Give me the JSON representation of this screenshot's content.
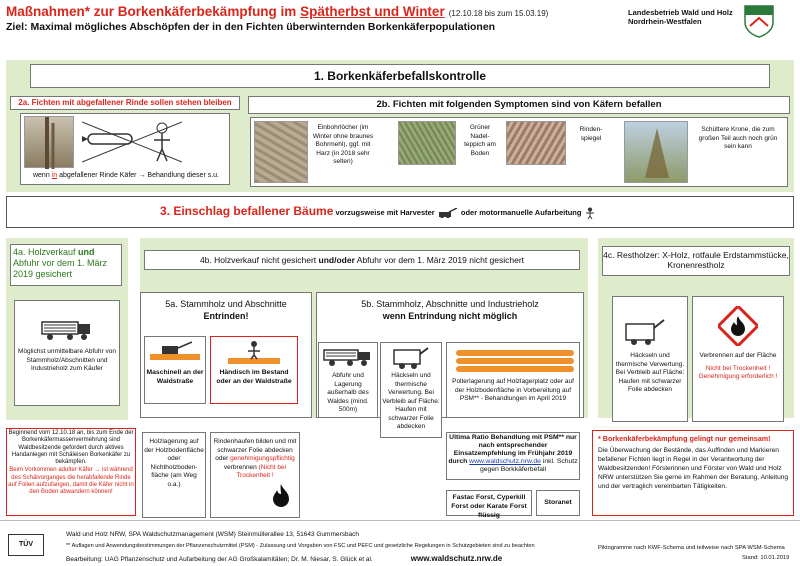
{
  "header": {
    "title_a": "Maßnahmen* zur Borkenkäferbekämpfung im ",
    "title_b": "Spätherbst und Winter",
    "dates": "(12.10.18 bis zum 15.03.19)",
    "subtitle": "Ziel: Maximal mögliches Abschöpfen der in den Fichten überwinternden Borkenkäferpopulationen",
    "org_line1": "Landesbetrieb Wald und Holz",
    "org_line2": "Nordrhein-Westfalen"
  },
  "step1": {
    "label": "1. Borkenkäferbefallskontrolle"
  },
  "step2a": {
    "label": "2a. Fichten mit abgefallener Rinde sollen stehen bleiben",
    "caption_a": "wenn ",
    "caption_in": "in",
    "caption_b": " abgefallener Rinde Käfer → Behandlung dieser s.u."
  },
  "step2b": {
    "label": "2b. Fichten mit folgenden Symptomen sind von Käfern befallen",
    "symptoms": [
      "Einbohrlöcher (im Winter ohne braunes Bohrmehl), ggf. mit Harz (in 2018 sehr selten)",
      "Grüner Nadel-teppich am Boden",
      "Rinden-spiegel",
      "Schüttere Krone, die zum großen Teil auch noch grün sein kann"
    ]
  },
  "step3": {
    "label": "3. Einschlag befallener Bäume",
    "text_a": " vorzugsweise mit Harvester ",
    "text_b": " oder motormanuelle Aufarbeitung "
  },
  "step4a": {
    "title_a": "4a. Holzverkauf ",
    "title_und": "und",
    "title_b": " Abfuhr vor dem 1. März 2019 gesichert",
    "text": "Möglichst unmittelbare Abfuhr von Stammholz/Abschnitten und Industrieholz zum Käufer"
  },
  "step4b": {
    "label_a": "4b. Holzverkauf nicht gesichert ",
    "label_und": "und/oder",
    "label_b": " Abfuhr vor dem 1. März 2019 nicht gesichert"
  },
  "step4c": {
    "label": "4c. Restholzer: X-Holz, rotfaule Erdstammstücke, Kronenrestholz",
    "item1": "Häckseln und thermische Verwertung. Bei Verbleib auf Fläche: Haufen mit schwarzer Folie abdecken",
    "item2_a": "Verbrennen auf der Fläche",
    "item2_b": "Nicht bei Trockenheit ! Genehmigung erforderlich !"
  },
  "step5a": {
    "label_a": "5a. Stammholz und Abschnitte",
    "label_b": "Entrinden!",
    "opt1": "Maschinell an der Waldstraße",
    "opt2": "Händisch im Bestand oder an der Waldstraße",
    "sub1": "Holzlagerung auf der Holzbodenfläche oder Nichtholzboden-fläche (am Weg o.a.)",
    "sub2_a": "Rindenhaufen bilden und mit schwarzer Folie abdecken oder ",
    "sub2_b": "genehmigungspflichtig",
    "sub2_c": " verbrennen ",
    "sub2_d": "(Nicht bei Trockenheit !"
  },
  "step5b": {
    "label_a": "5b. Stammholz, Abschnitte und Industrieholz",
    "label_b": "wenn Entrindung nicht möglich",
    "opt1": "Abfuhr und Lagerung außerhalb des Waldes (mind. 500m)",
    "opt2": "Häckseln und thermische Verwertung. Bei Verbleib auf Fläche: Haufen mit schwarzer Folie abdecken",
    "opt3": "Polterlagerung auf Holzlagerplatz oder auf der Holzbodenfläche in Vorbereitung auf PSM** - Behandlungen im April 2019",
    "ratio_a": "Ultima Ratio Behandlung mit PSM** nur nach entsprechender Einsatzempfehlung im Frühjahr 2019 durch ",
    "ratio_link": "www.waldschutz.nrw.de",
    "ratio_b": " inkl. Schutz gegen Borkkäferbefall",
    "fastac": "Fastac Forst, Cyperkill Forst oder Karate Forst flüssig",
    "storanet": "Storanet"
  },
  "left_note": {
    "text_a": "Beginnend vom 12.10.18 an, bis zum Ende der Borkenkäfermassenvermehrung sind Waldbesitzende gefordert durch aktives Handanlegen mit Schäleisen Borkenkäfer zu bekämpfen.",
    "text_b": "Beim Vorkommen adulter Käfer → ist während des Schälvorganges die herabfallende Rinde auf Folien aufzufangen, damit die Käfer nicht in den Boden abwandern können!"
  },
  "joint": {
    "title": "* Borkenkäferbekämpfung gelingt nur gemeinsam!",
    "text": "Die Überwachung der Bestände, das Auffinden und Markieren befallener Fichten liegt in Regel in der Verantwortung der Waldbesitzenden! Försterinnen und Förster von Wald und Holz NRW unterstützen Sie gerne im Rahmen der Beratung, Anleitung und der vertraglich vereinbarten Tätigkeiten."
  },
  "footer": {
    "line1": "Wald und Holz NRW, SPA Waldschutzmanagement (WSM) Steinmüllerallee 13, 51643 Gummersbach",
    "line2": "** Auflagen und Anwendungsbestimmungen der Pflanzenschutzmittel (PSM) - Zulassung und Vorgaben von FSC und PEFC und gesetzliche Regelungen in Schutzgebieten sind zu beachten",
    "line3": "Bearbeitung: UAG Pflanzenschutz und Aufarbeitung der AG Großkalamitäten; Dr. M. Niesar, S. Glück et al.",
    "url": "www.waldschutz.nrw.de",
    "right1": "Piktogramme nach KWF-Schema und teilweise nach SPA WSM-Schema",
    "right2": "Stand: 10.01.2019",
    "logo": "TÜV"
  },
  "colors": {
    "red": "#d9261c",
    "green_panel": "#dfeccc",
    "orange_logs": "#f0902a"
  }
}
